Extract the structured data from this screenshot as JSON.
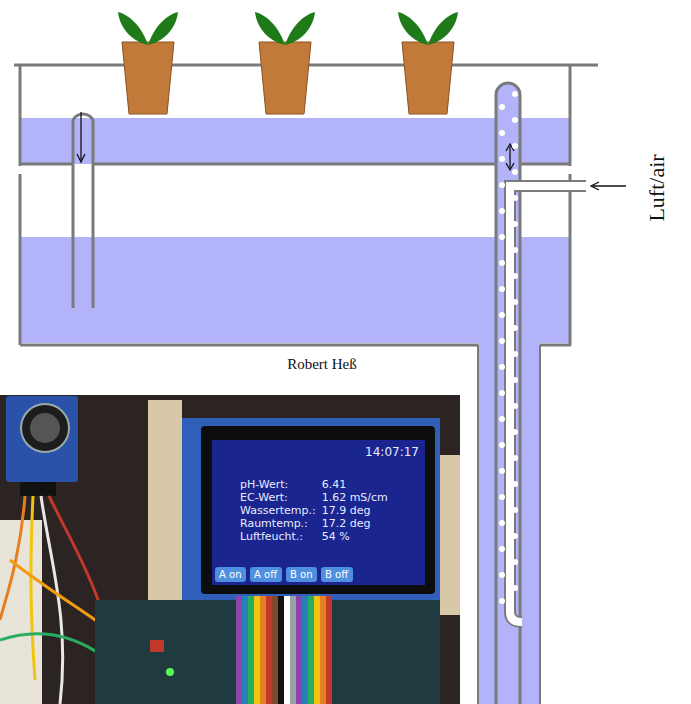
{
  "diagram": {
    "nodes": [
      {
        "text": [
          "14:07:17",
          "pH-Wert:",
          "6.41",
          "EC-Wert:",
          "1.62 mS/cm",
          "Wassertemp.:",
          "17.9 deg",
          "Raumtemp.:",
          "17.2 deg",
          "Luftfeucht.:",
          "54 %"
        ]
      },
      {
        "text": [
          "A on"
        ],
        "in": 0
      },
      {
        "text": [
          "A off"
        ],
        "in": 0
      },
      {
        "text": [
          "B on"
        ],
        "in": 0
      },
      {
        "text": [
          "B off"
        ],
        "in": 0
      }
    ],
    "labels": [
      "Luft/air",
      "Robert Heß"
    ]
  }
}
